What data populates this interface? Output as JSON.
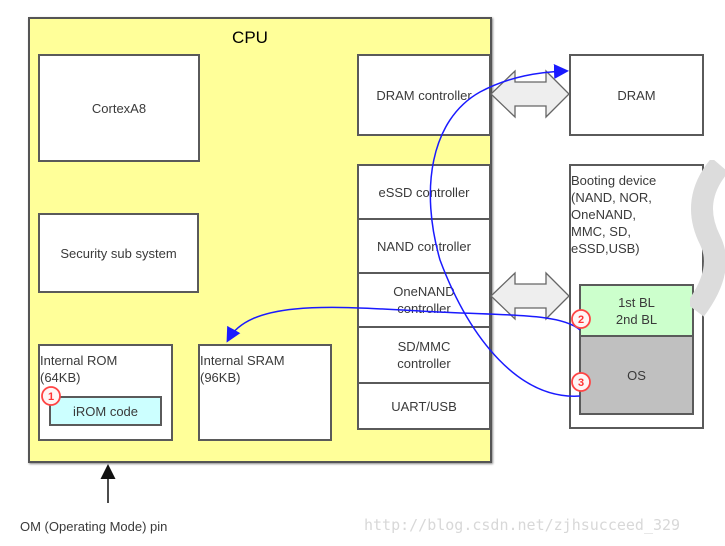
{
  "diagram": {
    "cpu": {
      "label": "CPU"
    },
    "blocks": {
      "cortex": "CortexA8",
      "security": "Security sub system",
      "internal_rom": {
        "line1": "Internal ROM",
        "line2": "(64KB)"
      },
      "irom_code": "iROM code",
      "internal_sram": {
        "line1": "Internal SRAM",
        "line2": "(96KB)"
      },
      "dram_controller": "DRAM controller",
      "controllers": [
        {
          "line1": "eSSD controller",
          "line2": ""
        },
        {
          "line1": "NAND controller",
          "line2": ""
        },
        {
          "line1": "OneNAND",
          "line2": "controller"
        },
        {
          "line1": "SD/MMC",
          "line2": "controller"
        },
        {
          "line1": "UART/USB",
          "line2": ""
        }
      ],
      "dram": "DRAM",
      "booting_device": {
        "lines": [
          "Booting device",
          "(NAND, NOR,",
          "OneNAND,",
          "MMC, SD,",
          "eSSD,USB)"
        ],
        "bl": {
          "line1": "1st BL",
          "line2": "2nd BL"
        },
        "os": "OS"
      }
    },
    "steps": [
      "1",
      "2",
      "3"
    ],
    "om_pin_label": "OM (Operating Mode) pin",
    "watermark": "http://blog.csdn.net/zjhsucceed_329",
    "colors": {
      "cpu_fill": "#ffff99",
      "irom_fill": "#ccffff",
      "bl_fill": "#ccffcc",
      "os_fill": "#c0c0c0",
      "flow_arrow": "#1a1aff",
      "step_circle": "#ff4444",
      "bus_arrow_fill": "#eeeeee"
    }
  }
}
